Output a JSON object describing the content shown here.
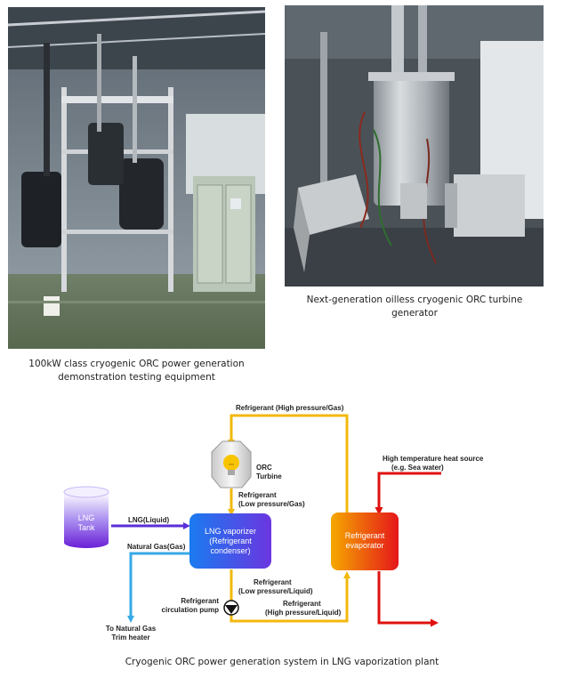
{
  "photos": {
    "left_caption_line1": "100kW class cryogenic ORC power generation",
    "left_caption_line2": "demonstration testing equipment",
    "right_caption": "Next-generation oilless cryogenic ORC turbine generator"
  },
  "diagram": {
    "caption": "Cryogenic ORC power generation system in LNG vaporization plant",
    "refrigerant_high_gas": "Refrigerant (High pressure/Gas)",
    "orc_turbine_line1": "ORC",
    "orc_turbine_line2": "Turbine",
    "ref_low_gas_line1": "Refrigerant",
    "ref_low_gas_line2": "(Low pressure/Gas)",
    "heat_source_line1": "High temperature heat source",
    "heat_source_line2": "(e.g. Sea water)",
    "lng_tank_line1": "LNG",
    "lng_tank_line2": "Tank",
    "lng_liquid": "LNG(Liquid)",
    "vaporizer_line1": "LNG vaporizer",
    "vaporizer_line2": "(Refrigerant",
    "vaporizer_line3": "condenser)",
    "evaporator_line1": "Refrigerant",
    "evaporator_line2": "evaporator",
    "natural_gas": "Natural Gas(Gas)",
    "ref_low_liquid_line1": "Refrigerant",
    "ref_low_liquid_line2": "(Low pressure/Liquid)",
    "pump_line1": "Refrigerant",
    "pump_line2": "circulation pump",
    "ref_high_liquid_line1": "Refrigerant",
    "ref_high_liquid_line2": "(High pressure/Liquid)",
    "to_ng_line1": "To Natural Gas",
    "to_ng_line2": "Trim heater"
  },
  "colors": {
    "refrigerant_loop": "#f2b80c",
    "lng_line": "#5a2fd8",
    "natural_gas_line": "#37a9e6",
    "heat_source_line": "#e01010"
  }
}
